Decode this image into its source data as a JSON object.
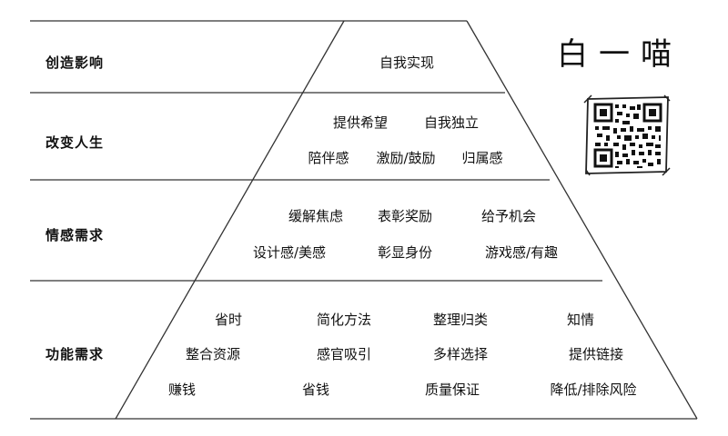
{
  "tiers": [
    {
      "label": "创造影响",
      "rows": [
        [
          "自我实现"
        ]
      ]
    },
    {
      "label": "改变人生",
      "rows": [
        [
          "提供希望",
          "自我独立"
        ],
        [
          "陪伴感",
          "激励/鼓励",
          "归属感"
        ]
      ]
    },
    {
      "label": "情感需求",
      "rows": [
        [
          "缓解焦虑",
          "表彰奖励",
          "给予机会"
        ],
        [
          "设计感/美感",
          "彰显身份",
          "游戏感/有趣"
        ]
      ]
    },
    {
      "label": "功能需求",
      "rows": [
        [
          "省时",
          "简化方法",
          "整理归类",
          "知情"
        ],
        [
          "整合资源",
          "感官吸引",
          "多样选择",
          "提供链接"
        ],
        [
          "赚钱",
          "省钱",
          "质量保证",
          "降低/排除风险"
        ]
      ]
    }
  ],
  "brand": {
    "text": "白一喵",
    "icon": "qr-code-icon"
  },
  "colors": {
    "line": "#333333",
    "text": "#111111",
    "background": "#ffffff"
  }
}
